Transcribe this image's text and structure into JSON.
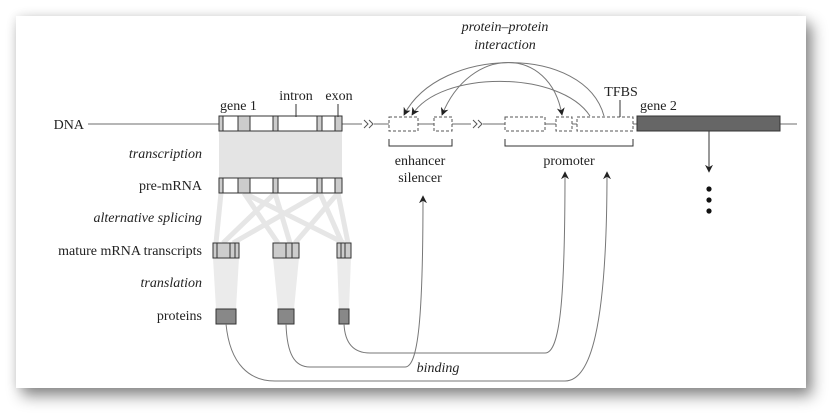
{
  "figure": {
    "row_labels": {
      "dna": "DNA",
      "transcription": "transcription",
      "pre_mrna": "pre-mRNA",
      "alternative_splicing": "alternative splicing",
      "mature_mrna": "mature mRNA transcripts",
      "translation": "translation",
      "proteins": "proteins"
    },
    "annotations": {
      "gene1": "gene 1",
      "intron": "intron",
      "exon": "exon",
      "gene2": "gene 2",
      "tfbs": "TFBS",
      "ppi_line1": "protein–protein",
      "ppi_line2": "interaction",
      "enhancer": "enhancer",
      "silencer": "silencer",
      "promoter": "promoter",
      "binding": "binding"
    },
    "colors": {
      "line": "#8a8a8a",
      "dark": "#333333",
      "exon": "#cccccc",
      "shade": "#e4e4e4",
      "protein": "#888888",
      "gene2": "#666666"
    }
  }
}
